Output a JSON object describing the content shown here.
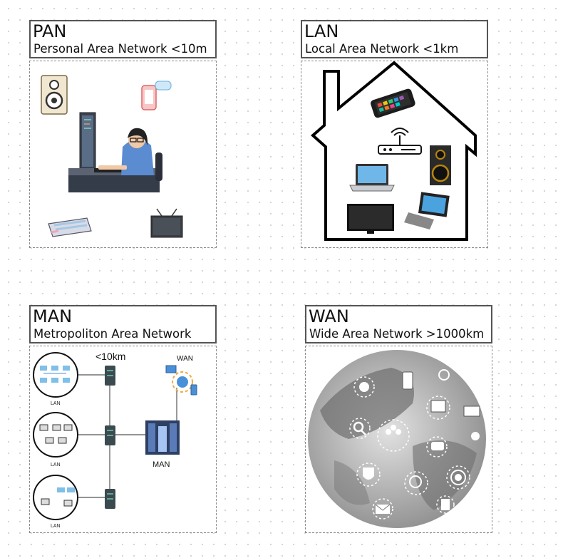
{
  "pan": {
    "title": "PAN",
    "subtitle": "Personal Area Network  <10m",
    "devices": [
      "speaker-icon",
      "phone-icon",
      "desktop-user-icon",
      "keyboard-icon",
      "tv-icon"
    ]
  },
  "lan": {
    "title": "LAN",
    "subtitle": "Local Area Network <1km",
    "devices": [
      "house-outline-icon",
      "phone-icon",
      "router-icon",
      "laptop-icon",
      "speaker-icon",
      "tv-icon",
      "desktop-icon"
    ]
  },
  "man": {
    "title": "MAN",
    "subtitle": "Metropoliton Area Network",
    "distance": "<10km",
    "wan_label": "WAN",
    "man_label": "MAN",
    "lan_labels": [
      "LAN",
      "LAN",
      "LAN"
    ]
  },
  "wan": {
    "title": "WAN",
    "subtitle": "Wide Area Network >1000km",
    "devices": [
      "globe-icon",
      "phone-icon",
      "headset-icon",
      "gear-icon",
      "presentation-icon",
      "video-icon",
      "search-icon",
      "people-icon",
      "chat-icon",
      "lightbulb-icon",
      "shield-icon",
      "globe-search-icon",
      "signal-icon",
      "mail-icon",
      "document-icon"
    ]
  },
  "colors": {
    "box_border": "#555555",
    "panel_border": "#8a8a8a",
    "server": "#3b4a4f",
    "monitor_blue": "#4a90d9",
    "globe_gray": "#9a9a9a"
  }
}
